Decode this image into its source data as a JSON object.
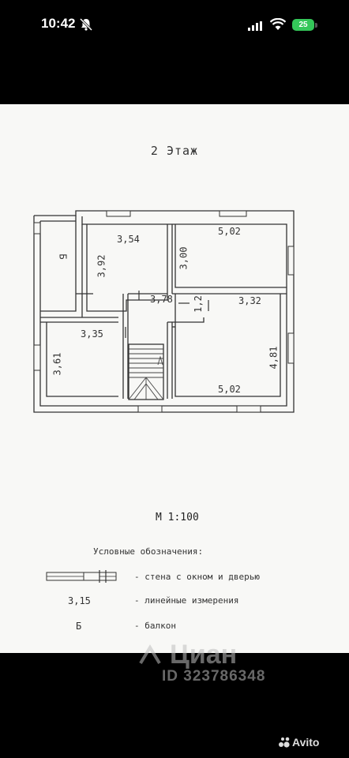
{
  "status_bar": {
    "time": "10:42",
    "battery": "25",
    "icons": [
      "bell-slash-icon",
      "cellular-signal-icon",
      "wifi-icon",
      "battery-icon"
    ]
  },
  "plan": {
    "floor_title": "2 Этаж",
    "balcony_label": "Б",
    "dimensions": {
      "top_left_room_width": "3,54",
      "top_left_room_height": "3,92",
      "top_right_room_width": "5,02",
      "top_right_room_height": "3,00",
      "hall_width": "3,78",
      "small_height": "1,2",
      "bottom_right_room_width_top": "3,32",
      "bottom_right_room_height": "4,81",
      "bottom_right_room_width": "5,02",
      "left_room_width": "3,35",
      "left_room_height": "3,61"
    },
    "scale": "М  1:100"
  },
  "legend": {
    "heading": "Условные обозначения:",
    "items": [
      {
        "symbol": "",
        "icon": "wall-window-door-symbol",
        "text": "- стена с окном и дверью"
      },
      {
        "symbol": "3,15",
        "text": "- линейные измерения"
      },
      {
        "symbol": "Б",
        "text": "- балкон"
      }
    ]
  },
  "watermark": {
    "brand": "Циан",
    "id": "ID 323786348"
  },
  "avito": "Avito",
  "colors": {
    "background": "#000000",
    "sheet": "#f8f8f6",
    "line": "#333333",
    "battery": "#34c759"
  }
}
